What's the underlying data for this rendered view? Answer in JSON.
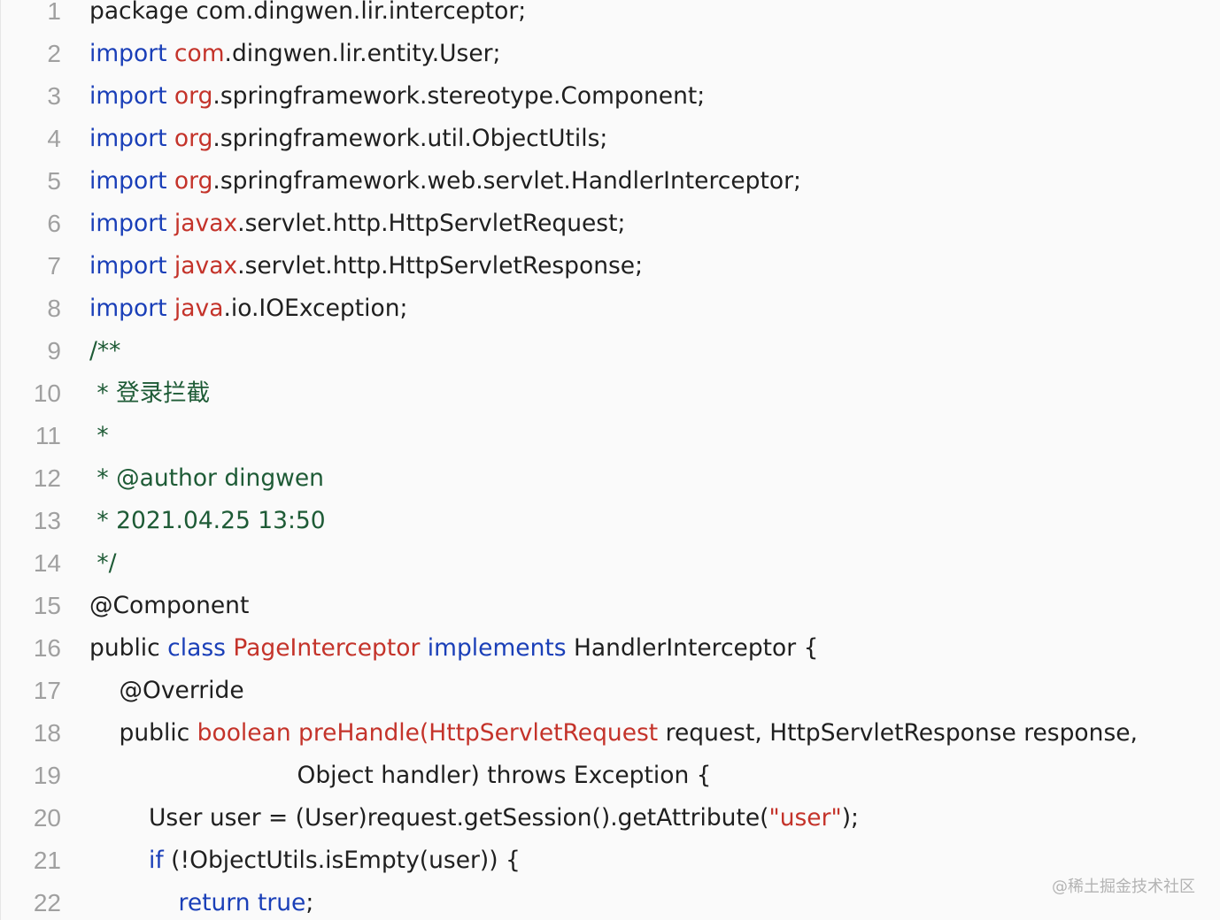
{
  "colors": {
    "keyword": "#1a3fb8",
    "package_root": "#c4332a",
    "comment": "#1e5b36",
    "string": "#c4332a",
    "text": "#1f1f1f",
    "line_number": "#a0a0a0",
    "background": "#fafafa"
  },
  "lines": [
    {
      "n": "1",
      "indent": 0,
      "tokens": [
        {
          "t": "tx",
          "v": "package com.dingwen.lir.interceptor;"
        }
      ]
    },
    {
      "n": "2",
      "indent": 0,
      "tokens": [
        {
          "t": "kw",
          "v": "import "
        },
        {
          "t": "pk",
          "v": "com"
        },
        {
          "t": "tx",
          "v": ".dingwen.lir.entity.User;"
        }
      ]
    },
    {
      "n": "3",
      "indent": 0,
      "tokens": [
        {
          "t": "kw",
          "v": "import "
        },
        {
          "t": "pk",
          "v": "org"
        },
        {
          "t": "tx",
          "v": ".springframework.stereotype.Component;"
        }
      ]
    },
    {
      "n": "4",
      "indent": 0,
      "tokens": [
        {
          "t": "kw",
          "v": "import "
        },
        {
          "t": "pk",
          "v": "org"
        },
        {
          "t": "tx",
          "v": ".springframework.util.ObjectUtils;"
        }
      ]
    },
    {
      "n": "5",
      "indent": 0,
      "tokens": [
        {
          "t": "kw",
          "v": "import "
        },
        {
          "t": "pk",
          "v": "org"
        },
        {
          "t": "tx",
          "v": ".springframework.web.servlet.HandlerInterceptor;"
        }
      ]
    },
    {
      "n": "6",
      "indent": 0,
      "tokens": [
        {
          "t": "kw",
          "v": "import "
        },
        {
          "t": "pk",
          "v": "javax"
        },
        {
          "t": "tx",
          "v": ".servlet.http.HttpServletRequest;"
        }
      ]
    },
    {
      "n": "7",
      "indent": 0,
      "tokens": [
        {
          "t": "kw",
          "v": "import "
        },
        {
          "t": "pk",
          "v": "javax"
        },
        {
          "t": "tx",
          "v": ".servlet.http.HttpServletResponse;"
        }
      ]
    },
    {
      "n": "8",
      "indent": 0,
      "tokens": [
        {
          "t": "kw",
          "v": "import "
        },
        {
          "t": "pk",
          "v": "java"
        },
        {
          "t": "tx",
          "v": ".io.IOException;"
        }
      ]
    },
    {
      "n": "9",
      "indent": 0,
      "tokens": [
        {
          "t": "cm",
          "v": "/**"
        }
      ]
    },
    {
      "n": "10",
      "indent": 0,
      "tokens": [
        {
          "t": "cm",
          "v": " * 登录拦截"
        }
      ]
    },
    {
      "n": "11",
      "indent": 0,
      "tokens": [
        {
          "t": "cm",
          "v": " *"
        }
      ]
    },
    {
      "n": "12",
      "indent": 0,
      "tokens": [
        {
          "t": "cm",
          "v": " * @author dingwen"
        }
      ]
    },
    {
      "n": "13",
      "indent": 0,
      "tokens": [
        {
          "t": "cm",
          "v": " * 2021.04.25 13:50"
        }
      ]
    },
    {
      "n": "14",
      "indent": 0,
      "tokens": [
        {
          "t": "cm",
          "v": " */"
        }
      ]
    },
    {
      "n": "15",
      "indent": 0,
      "tokens": [
        {
          "t": "tx",
          "v": "@Component"
        }
      ]
    },
    {
      "n": "16",
      "indent": 0,
      "tokens": [
        {
          "t": "tx",
          "v": "public "
        },
        {
          "t": "kw",
          "v": "class "
        },
        {
          "t": "pk",
          "v": "PageInterceptor "
        },
        {
          "t": "kw",
          "v": "implements "
        },
        {
          "t": "tx",
          "v": "HandlerInterceptor {"
        }
      ]
    },
    {
      "n": "17",
      "indent": 1,
      "tokens": [
        {
          "t": "tx",
          "v": "@Override"
        }
      ]
    },
    {
      "n": "18",
      "indent": 1,
      "tokens": [
        {
          "t": "tx",
          "v": "public "
        },
        {
          "t": "pk",
          "v": "boolean preHandle(HttpServletRequest "
        },
        {
          "t": "tx",
          "v": "request, HttpServletResponse response,"
        }
      ]
    },
    {
      "n": "19",
      "indent": 7,
      "tokens": [
        {
          "t": "tx",
          "v": "Object handler) throws Exception {"
        }
      ]
    },
    {
      "n": "20",
      "indent": 2,
      "tokens": [
        {
          "t": "tx",
          "v": "User user = (User)request.getSession().getAttribute("
        },
        {
          "t": "st",
          "v": "\"user\""
        },
        {
          "t": "tx",
          "v": ");"
        }
      ]
    },
    {
      "n": "21",
      "indent": 2,
      "tokens": [
        {
          "t": "kw",
          "v": "if "
        },
        {
          "t": "tx",
          "v": "(!ObjectUtils.isEmpty(user)) {"
        }
      ]
    },
    {
      "n": "22",
      "indent": 3,
      "tokens": [
        {
          "t": "kw",
          "v": "return true"
        },
        {
          "t": "tx",
          "v": ";"
        }
      ]
    }
  ],
  "watermark": "@稀土掘金技术社区"
}
